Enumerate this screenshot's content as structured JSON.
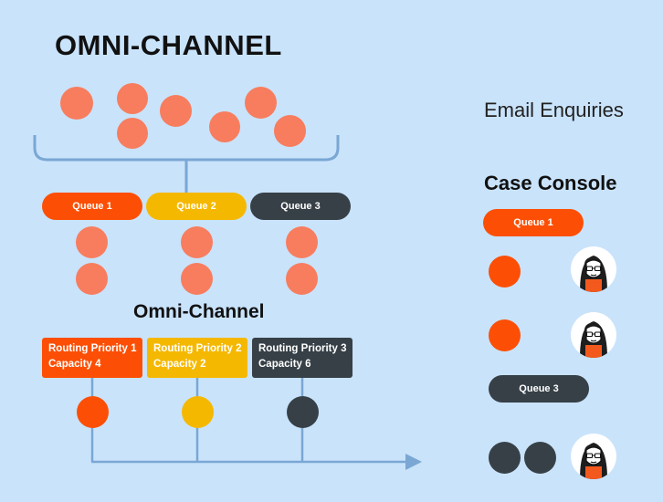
{
  "header": {
    "title": "OMNI-CHANNEL"
  },
  "section": {
    "title": "Omni-Channel"
  },
  "queues": [
    {
      "label": "Queue 1",
      "color": "#fc4f05"
    },
    {
      "label": "Queue 2",
      "color": "#f5b800"
    },
    {
      "label": "Queue 3",
      "color": "#374047"
    }
  ],
  "routing": [
    {
      "priority": "Routing Priority 1",
      "capacity": "Capacity 4",
      "color": "#fc4f05"
    },
    {
      "priority": "Routing Priority 2",
      "capacity": "Capacity 2",
      "color": "#f5b800"
    },
    {
      "priority": "Routing Priority 3",
      "capacity": "Capacity 6",
      "color": "#374047"
    }
  ],
  "right_panel": {
    "email_title": "Email Enquiries",
    "console_title": "Case Console",
    "queue1_label": "Queue 1",
    "queue3_label": "Queue 3"
  },
  "colors": {
    "background": "#c9e3fb",
    "salmon": "#f77d5e",
    "line": "#7aa7d4"
  }
}
